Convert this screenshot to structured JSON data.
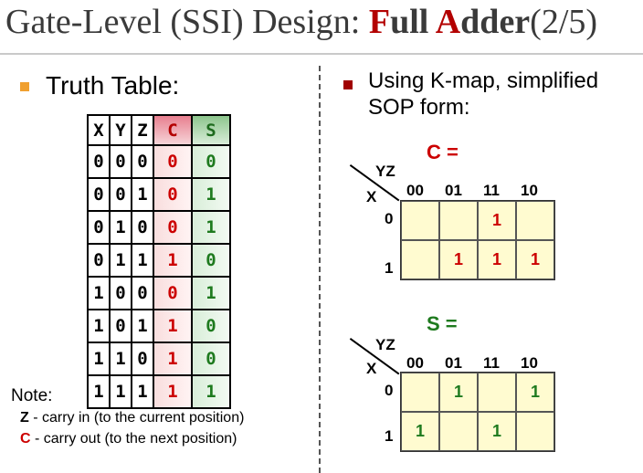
{
  "title": {
    "prefix": "Gate-Level (SSI) Design: ",
    "full_initial": "F",
    "full_rest": "ull",
    "space": " ",
    "adder_initial": "A",
    "adder_rest": "dder",
    "suffix": "(2/5)"
  },
  "left": {
    "heading": "Truth Table:"
  },
  "truth_table": {
    "headers": [
      "X",
      "Y",
      "Z",
      "C",
      "S"
    ],
    "rows": [
      [
        "0",
        "0",
        "0",
        "0",
        "0"
      ],
      [
        "0",
        "0",
        "1",
        "0",
        "1"
      ],
      [
        "0",
        "1",
        "0",
        "0",
        "1"
      ],
      [
        "0",
        "1",
        "1",
        "1",
        "0"
      ],
      [
        "1",
        "0",
        "0",
        "0",
        "1"
      ],
      [
        "1",
        "0",
        "1",
        "1",
        "0"
      ],
      [
        "1",
        "1",
        "0",
        "1",
        "0"
      ],
      [
        "1",
        "1",
        "1",
        "1",
        "1"
      ]
    ]
  },
  "note": {
    "heading": "Note:",
    "line1_key": "Z",
    "line1_text": " - carry in (to the current position)",
    "line2_key": "C",
    "line2_text": " - carry out (to the next position)"
  },
  "right": {
    "line1": "Using K-map, simplified",
    "line2": "SOP form:"
  },
  "kmap_c": {
    "label": "C =",
    "yz": "YZ",
    "x": "X",
    "cols": [
      "00",
      "01",
      "11",
      "10"
    ],
    "rows": [
      "0",
      "1"
    ],
    "cells": [
      [
        "",
        "",
        "1",
        ""
      ],
      [
        "",
        "1",
        "1",
        "1"
      ]
    ]
  },
  "kmap_s": {
    "label": "S =",
    "yz": "YZ",
    "x": "X",
    "cols": [
      "00",
      "01",
      "11",
      "10"
    ],
    "rows": [
      "0",
      "1"
    ],
    "cells": [
      [
        "",
        "1",
        "",
        "1"
      ],
      [
        "1",
        "",
        "1",
        ""
      ]
    ]
  },
  "colors": {
    "carry": "#cc0000",
    "sum": "#1e7a1e",
    "kmap_fill": "#fffbd0",
    "bullet_left": "#f0a030",
    "bullet_right": "#a00000"
  }
}
